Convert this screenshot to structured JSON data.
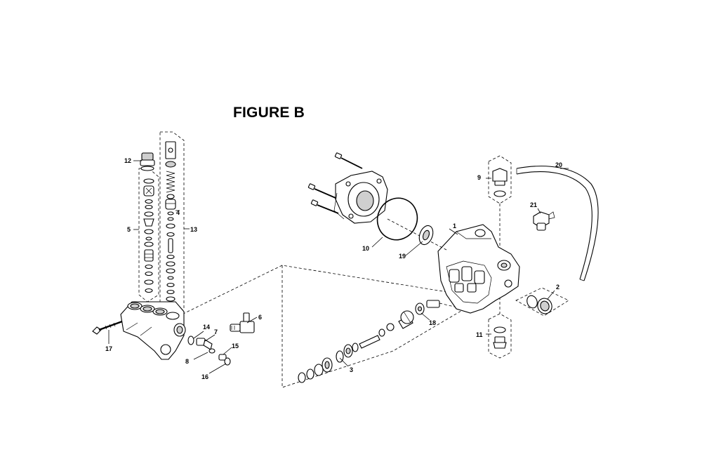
{
  "figure": {
    "title": "FIGURE B"
  },
  "callouts": [
    {
      "id": "c1",
      "label": "1"
    },
    {
      "id": "c2",
      "label": "2"
    },
    {
      "id": "c3",
      "label": "3"
    },
    {
      "id": "c4",
      "label": "4"
    },
    {
      "id": "c5",
      "label": "5"
    },
    {
      "id": "c6",
      "label": "6"
    },
    {
      "id": "c7",
      "label": "7"
    },
    {
      "id": "c8",
      "label": "8"
    },
    {
      "id": "c9",
      "label": "9"
    },
    {
      "id": "c10",
      "label": "10"
    },
    {
      "id": "c11",
      "label": "11"
    },
    {
      "id": "c12",
      "label": "12"
    },
    {
      "id": "c13",
      "label": "13"
    },
    {
      "id": "c14",
      "label": "14"
    },
    {
      "id": "c15",
      "label": "15"
    },
    {
      "id": "c16",
      "label": "16"
    },
    {
      "id": "c17",
      "label": "17"
    },
    {
      "id": "c18",
      "label": "18"
    },
    {
      "id": "c19",
      "label": "19"
    },
    {
      "id": "c20",
      "label": "20"
    },
    {
      "id": "c21",
      "label": "21"
    }
  ]
}
